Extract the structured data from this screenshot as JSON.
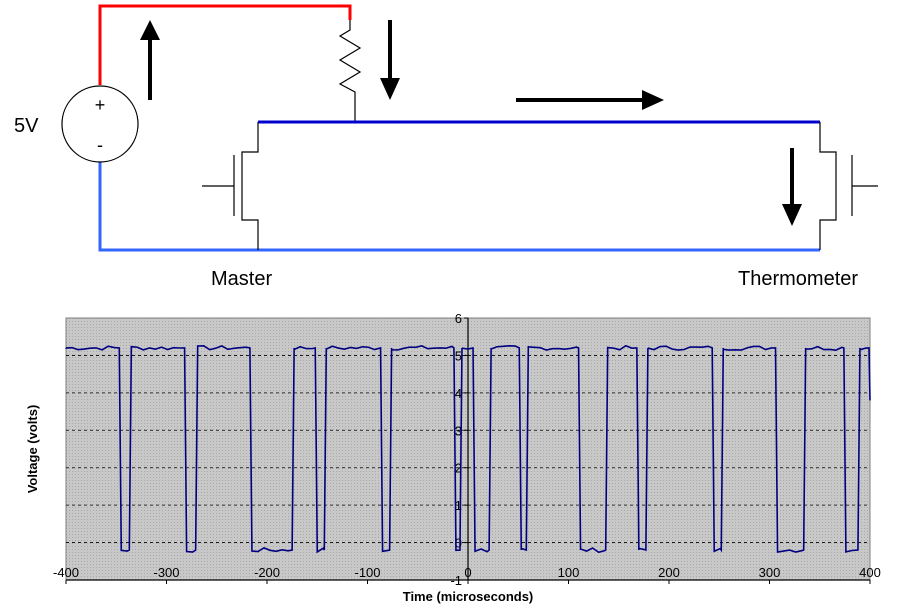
{
  "circuit": {
    "source_label": "5V",
    "plus_sign": "+",
    "minus_sign": "-",
    "master_label": "Master",
    "thermometer_label": "Thermometer",
    "colors": {
      "supply": "#ff0000",
      "bus": "#0000cc",
      "ground": "#3366ff"
    }
  },
  "chart_data": {
    "type": "line",
    "title": "",
    "xlabel": "Time (microseconds)",
    "ylabel": "Voltage (volts)",
    "xlim": [
      -400,
      400
    ],
    "ylim": [
      -1,
      6
    ],
    "x_ticks": [
      -400,
      -300,
      -200,
      -100,
      0,
      100,
      200,
      300,
      400
    ],
    "y_ticks": [
      -1,
      0,
      1,
      2,
      3,
      4,
      5,
      6
    ],
    "grid": "horizontal dashed",
    "legend": "none",
    "colors": {
      "plot_bg": "#c0c0c0",
      "line": "#000080"
    },
    "series": [
      {
        "name": "",
        "low_level": -0.2,
        "high_level": 5.2,
        "low_pulses": [
          [
            -345,
            -337
          ],
          [
            -280,
            -271
          ],
          [
            -215,
            -175
          ],
          [
            -150,
            -143
          ],
          [
            -85,
            -78
          ],
          [
            -12,
            -8
          ],
          [
            7,
            21
          ],
          [
            53,
            58
          ],
          [
            112,
            137
          ],
          [
            170,
            177
          ],
          [
            245,
            252
          ],
          [
            308,
            334
          ],
          [
            376,
            388
          ]
        ]
      }
    ]
  }
}
